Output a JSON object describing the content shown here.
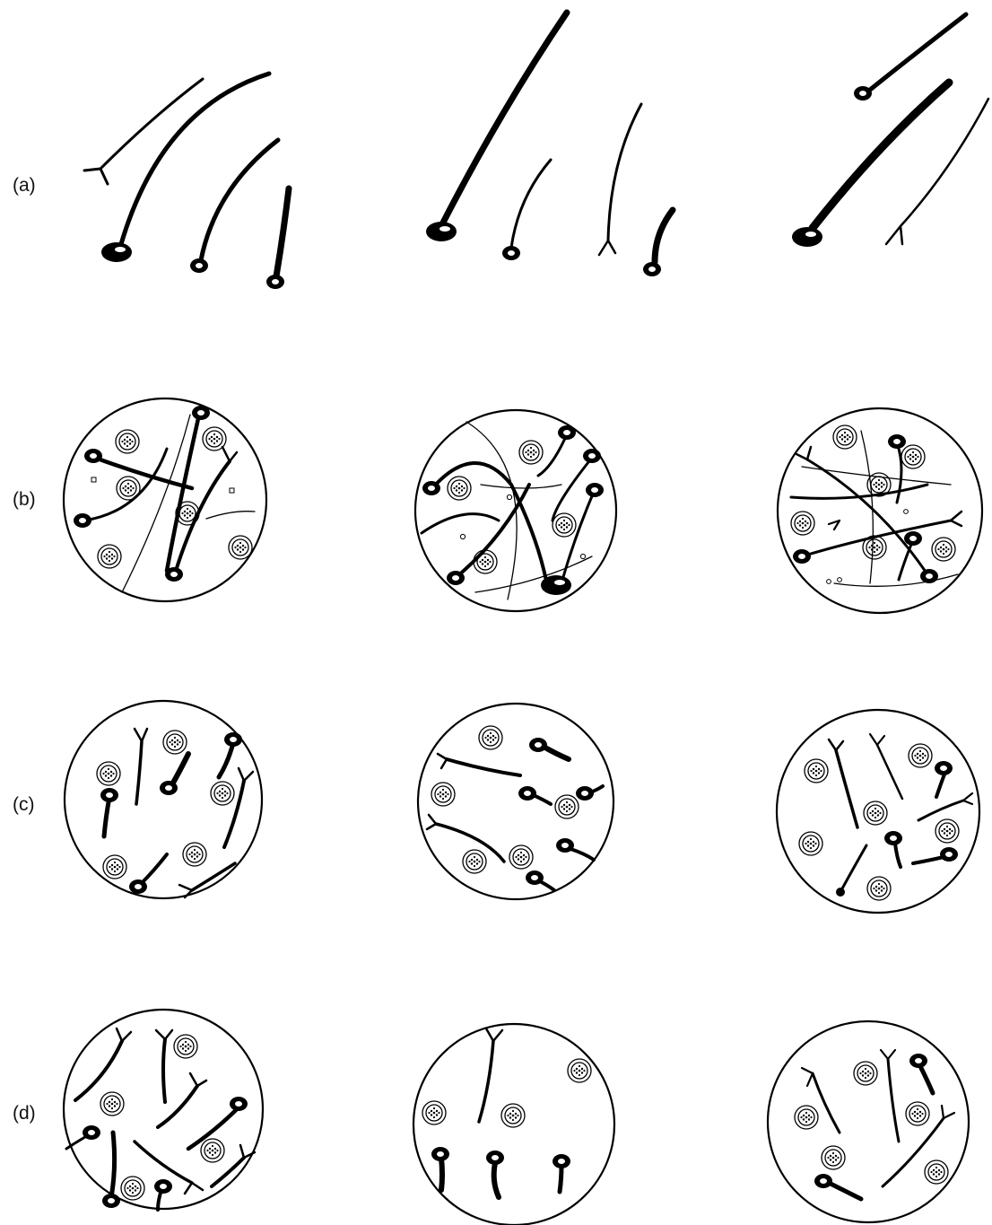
{
  "figure": {
    "rows": [
      {
        "id": "a",
        "label": "(a)"
      },
      {
        "id": "b",
        "label": "(b)"
      },
      {
        "id": "c",
        "label": "(c)"
      },
      {
        "id": "d",
        "label": "(d)"
      }
    ],
    "panels_per_row": 3,
    "colors": {
      "ink": "#000000",
      "paper": "#ffffff"
    }
  }
}
